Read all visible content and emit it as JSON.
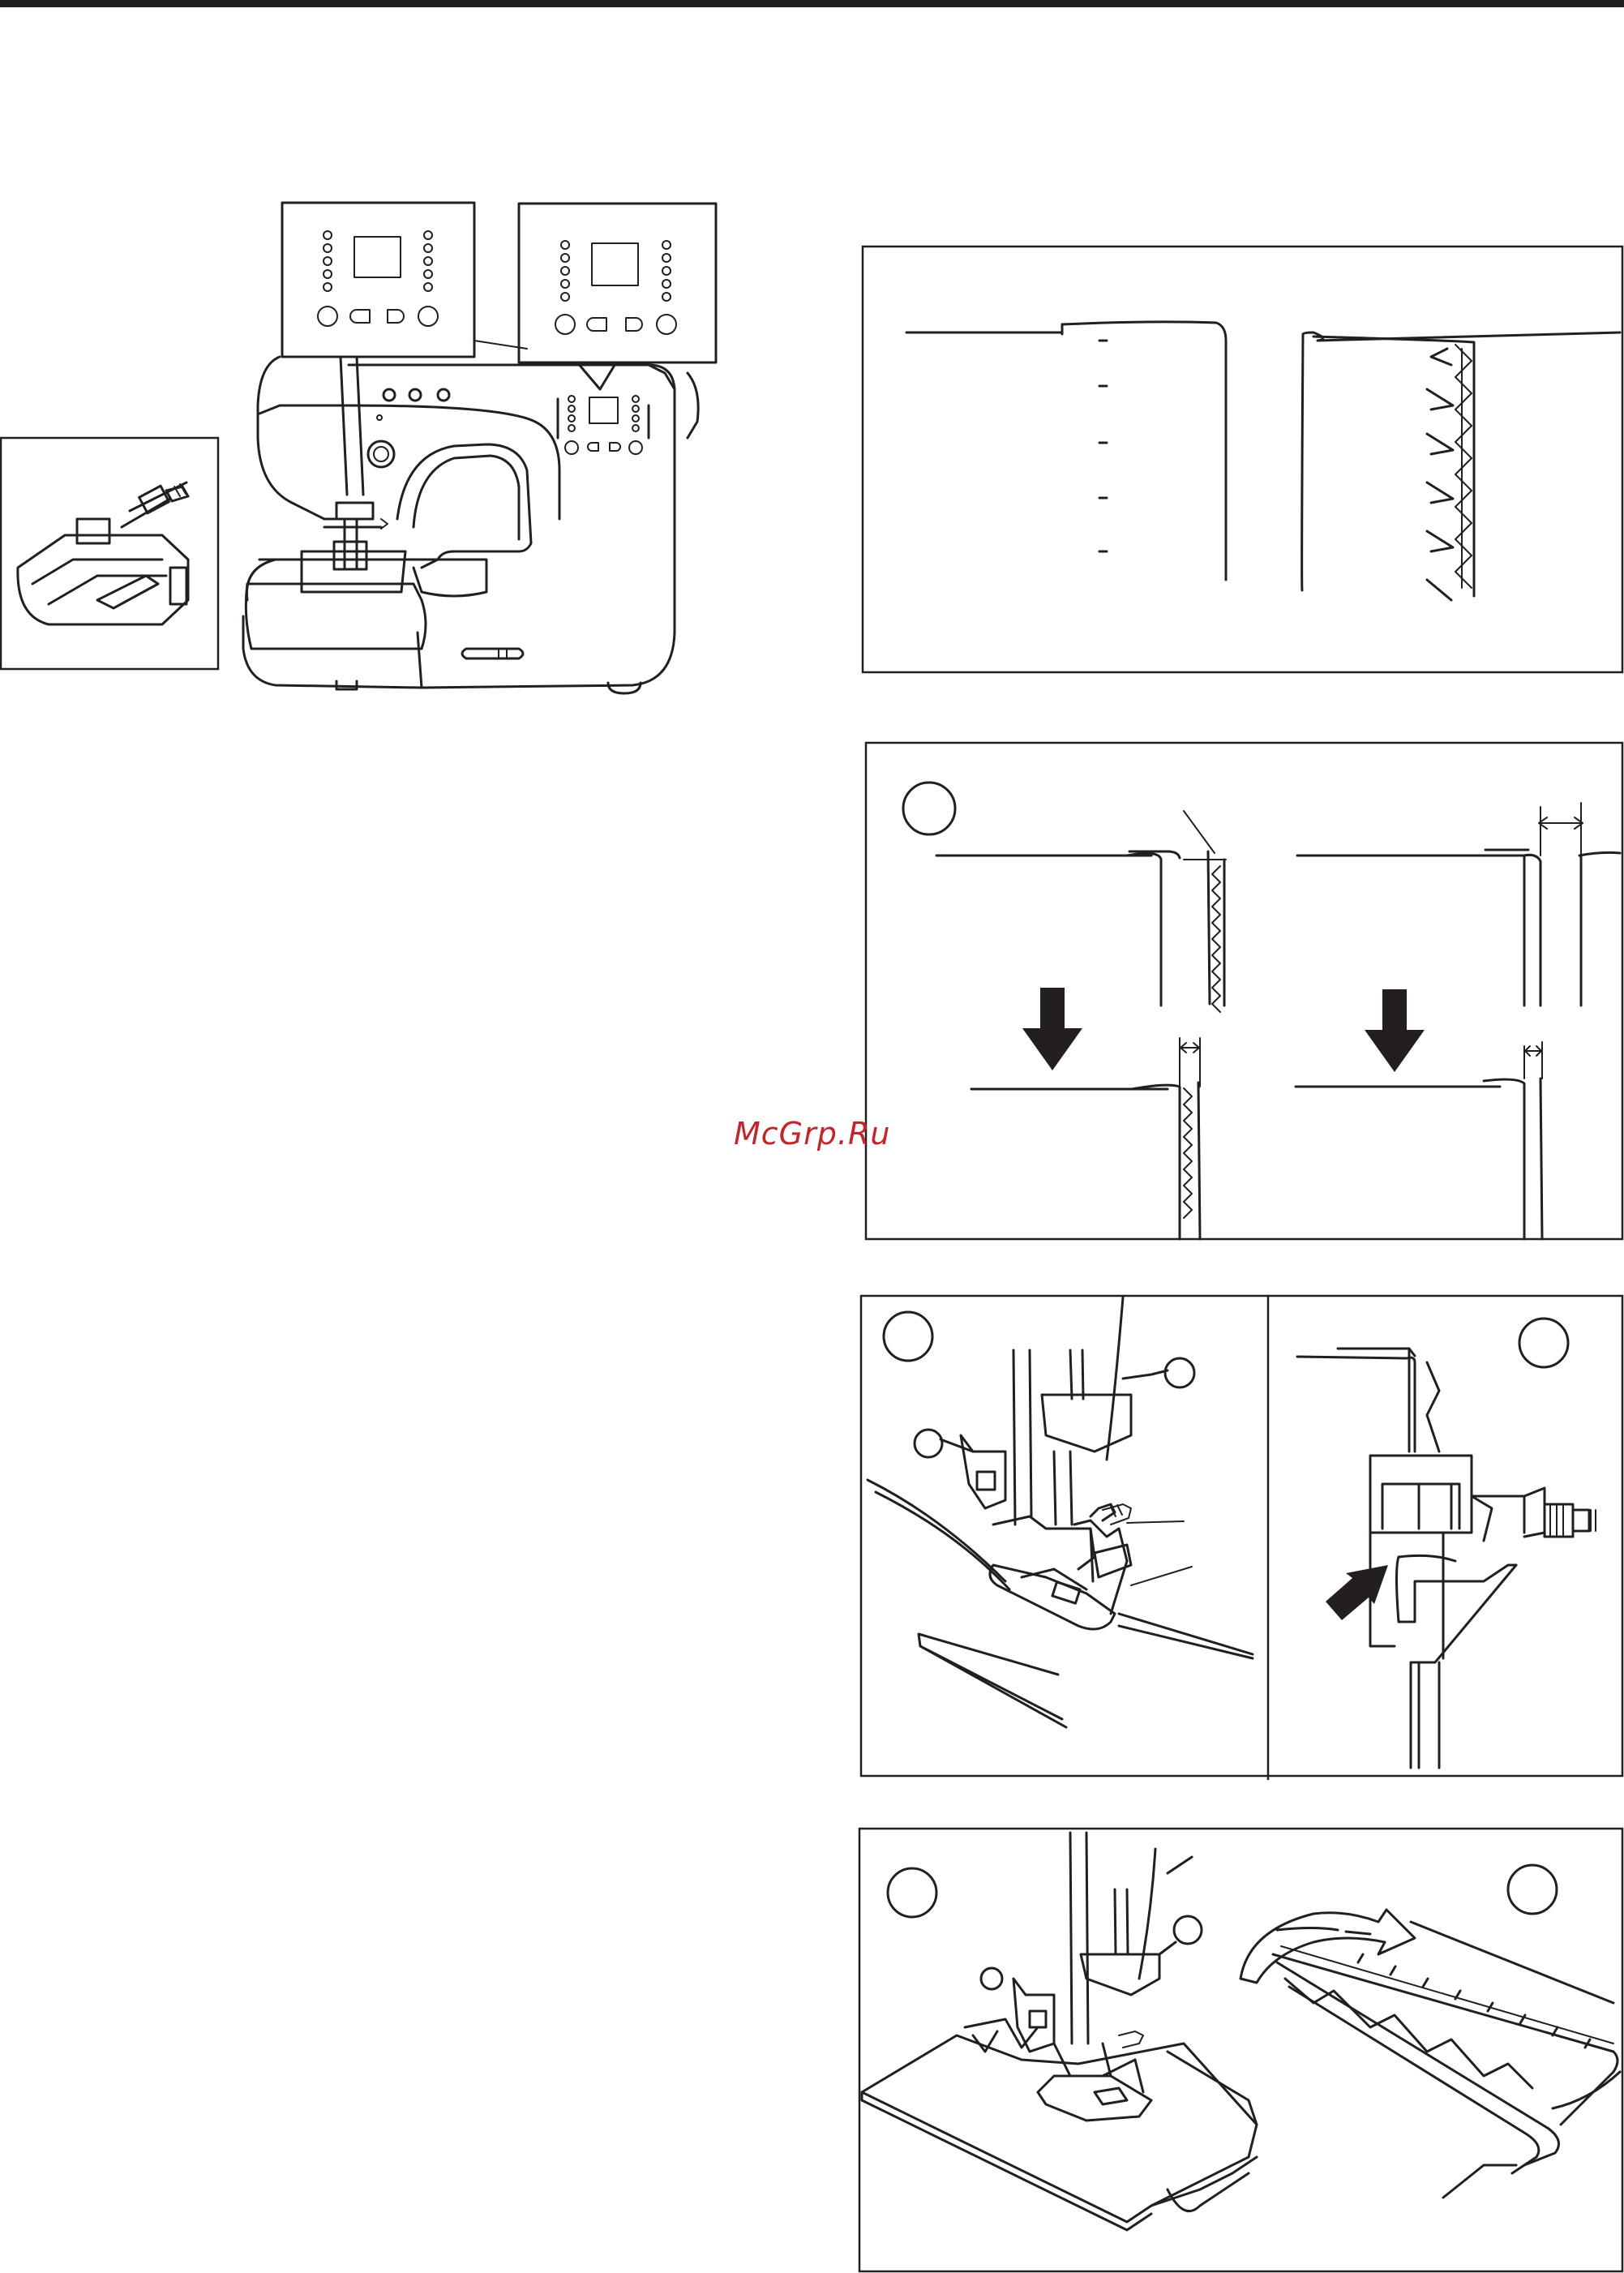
{
  "page": {
    "watermark": "McGrp.Ru"
  },
  "figures": [
    {
      "id": "machine-overview",
      "callouts": 2
    },
    {
      "id": "blind-hem-foot",
      "callouts": 0
    },
    {
      "id": "blind-hem-result",
      "callouts": 0
    },
    {
      "id": "hem-adjust",
      "callouts": 1
    },
    {
      "id": "foot-guide",
      "callouts": 2
    },
    {
      "id": "sewing-hem",
      "callouts": 2
    }
  ],
  "colors": {
    "ink": "#231f20",
    "watermark": "#c0262c",
    "paper": "#ffffff"
  }
}
